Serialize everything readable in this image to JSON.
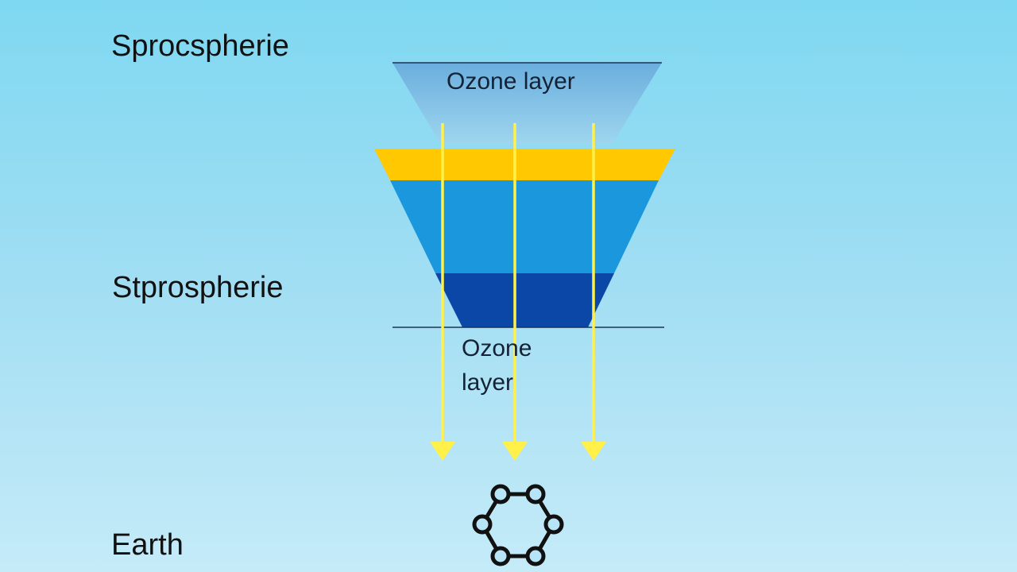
{
  "labels": {
    "top": "Sprocspherie",
    "middle": "Stprospherie",
    "bottom": "Earth"
  },
  "diagram": {
    "top_layer_label": "Ozone layer",
    "bottom_layer_label_line1": "Ozone",
    "bottom_layer_label_line2": "layer",
    "colors": {
      "ozone_top": "#6eb3db",
      "yellow_band": "#ffc800",
      "blue_band": "#1a97dd",
      "dark_band": "#0a47a6",
      "rays": "#fff04a",
      "molecule": "#111111"
    },
    "icons": [
      "down-arrow-icon",
      "hexagon-molecule-icon"
    ]
  }
}
